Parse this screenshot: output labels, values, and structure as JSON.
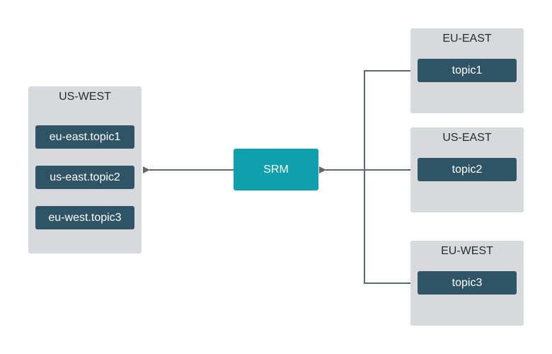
{
  "target_cluster": {
    "title": "US-WEST",
    "topics": [
      "eu-east.topic1",
      "us-east.topic2",
      "eu-west.topic3"
    ]
  },
  "replication_node": {
    "label": "SRM"
  },
  "source_clusters": [
    {
      "title": "EU-EAST",
      "topic": "topic1"
    },
    {
      "title": "US-EAST",
      "topic": "topic2"
    },
    {
      "title": "EU-WEST",
      "topic": "topic3"
    }
  ],
  "colors": {
    "cluster_bg": "#d8d9dc",
    "topic_bg": "#2f5466",
    "srm_bg": "#109fad",
    "connector": "#5f6770"
  }
}
